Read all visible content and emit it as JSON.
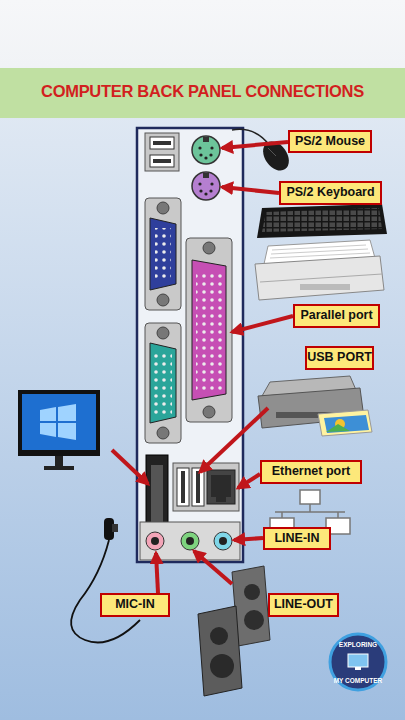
{
  "diagram": {
    "title": "COMPUTER BACK PANEL CONNECTIONS",
    "nodes": [
      {
        "text": [
          "PS/2 Mouse"
        ]
      },
      {
        "text": [
          "PS/2 Keyboard"
        ]
      },
      {
        "text": [
          "Parallel port"
        ]
      },
      {
        "text": [
          "USB PORT"
        ]
      },
      {
        "text": [
          "Ethernet port"
        ]
      },
      {
        "text": [
          "LINE-IN"
        ]
      },
      {
        "text": [
          "MIC-IN"
        ]
      },
      {
        "text": [
          "LINE-OUT"
        ]
      }
    ],
    "labels": [
      "EXPLORING",
      "MY COMPUTER"
    ]
  }
}
